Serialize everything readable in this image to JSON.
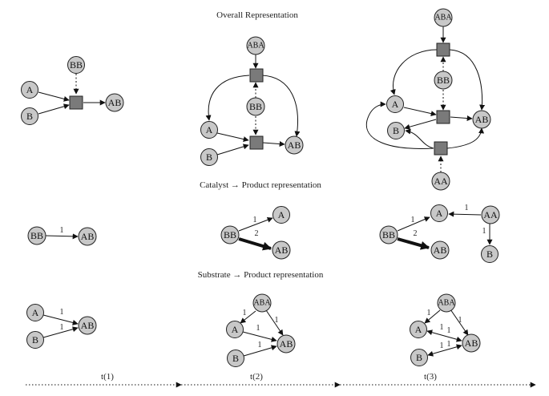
{
  "sections": {
    "overall": "Overall Representation",
    "catalyst": "Catalyst → Product representation",
    "substrate": "Substrate → Product representation"
  },
  "node_labels": {
    "A": "A",
    "B": "B",
    "AB": "AB",
    "BB": "BB",
    "ABA": "ABA",
    "AA": "AA"
  },
  "edge_weights": {
    "one": "1",
    "two": "2"
  },
  "timeline": {
    "labels": [
      "t(1)",
      "t(2)",
      "t(3)"
    ]
  },
  "colors": {
    "node_fill": "#c8c8c8",
    "reaction_fill": "#7a7a7a",
    "stroke": "#111111"
  }
}
